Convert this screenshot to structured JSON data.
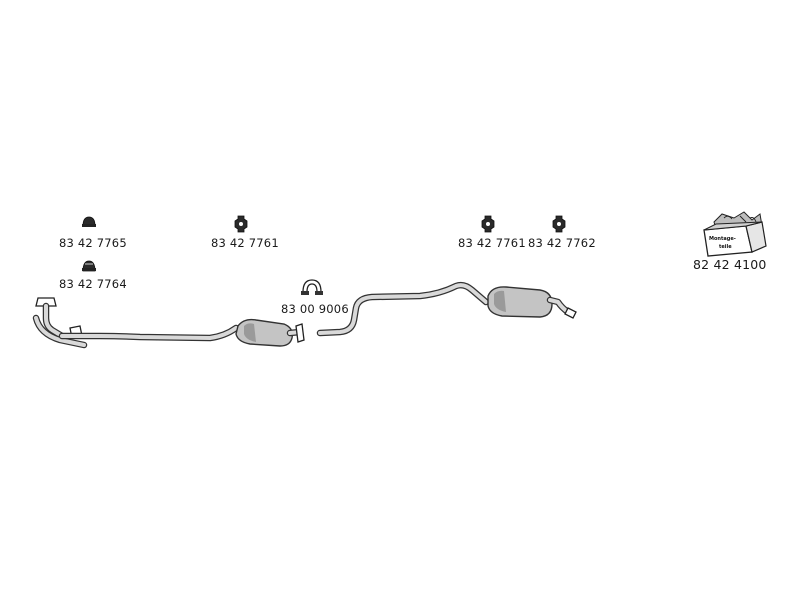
{
  "parts": {
    "rubber_mount_a": {
      "number": "83 42 7765",
      "icon": "rubber-mount-icon"
    },
    "rubber_mount_b": {
      "number": "83 42 7764",
      "icon": "rubber-mount-icon"
    },
    "hanger_1": {
      "number": "83 42 7761",
      "icon": "rubber-hanger-icon"
    },
    "clamp": {
      "number": "83 00 9006",
      "icon": "pipe-clamp-icon"
    },
    "hanger_2": {
      "number": "83 42 7761",
      "icon": "rubber-hanger-icon"
    },
    "hanger_3": {
      "number": "83 42 7762",
      "icon": "rubber-hanger-icon"
    },
    "mounting_kit": {
      "number": "82 42 4100",
      "icon": "mounting-kit-box-icon",
      "box_label_line1": "Montage-",
      "box_label_line2": "teile"
    }
  },
  "colors": {
    "pipe_outline": "#333333",
    "pipe_fill": "#d9d9d9",
    "muffler_fill": "#c4c4c4",
    "text": "#1a1a1a"
  }
}
